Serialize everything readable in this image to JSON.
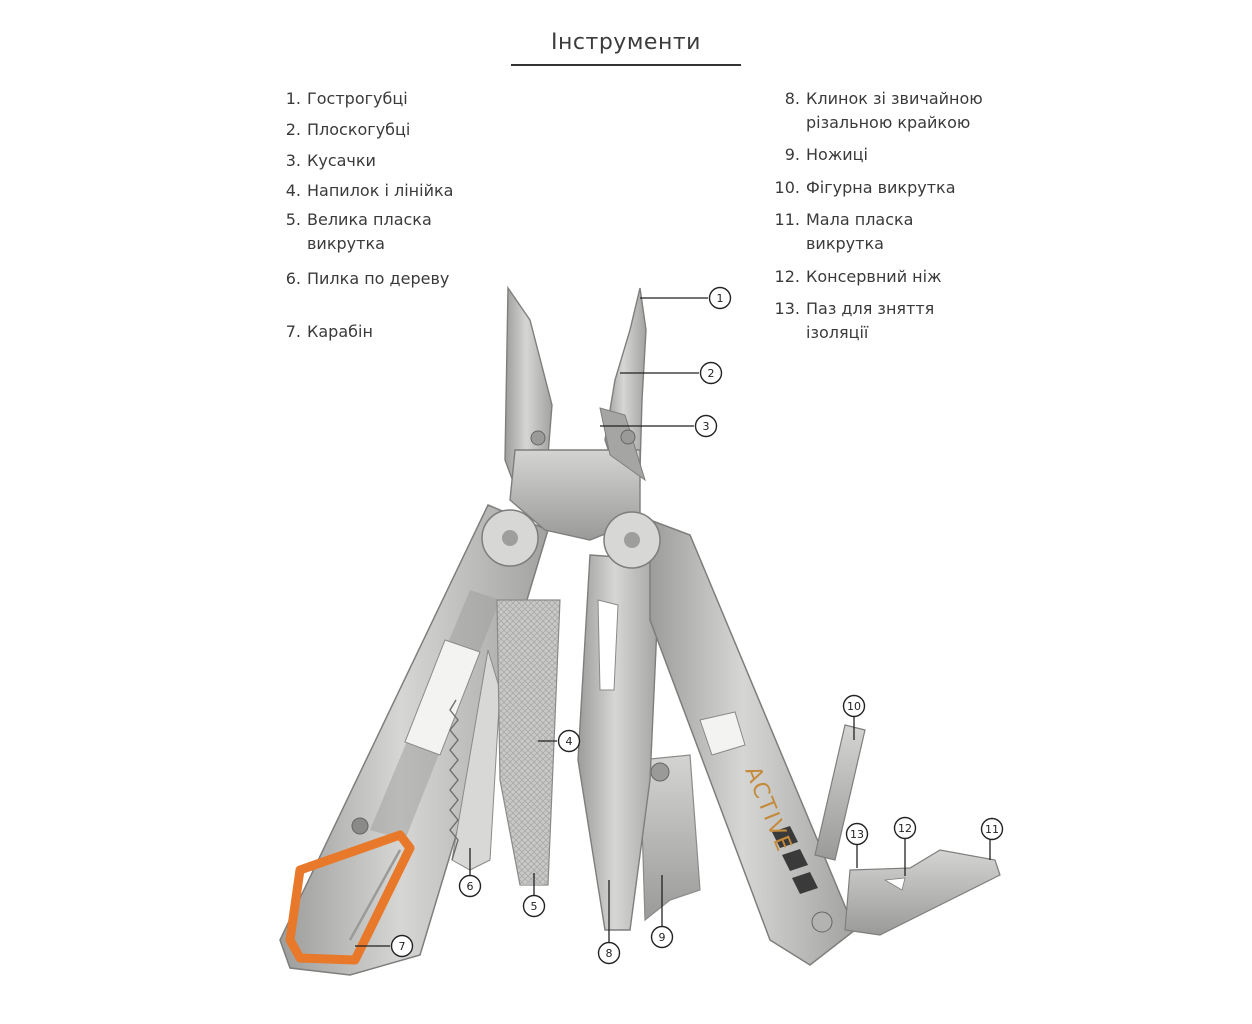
{
  "title": "Інструменти",
  "left_list": [
    {
      "num": "1.",
      "line1": "Гострогубці",
      "line2": ""
    },
    {
      "num": "2.",
      "line1": "Плоскогубці",
      "line2": ""
    },
    {
      "num": "3.",
      "line1": "Кусачки",
      "line2": ""
    },
    {
      "num": "4.",
      "line1": "Напилок і лінійка",
      "line2": ""
    },
    {
      "num": "5.",
      "line1": "Велика пласка",
      "line2": "викрутка"
    },
    {
      "num": "6.",
      "line1": "Пилка по дереву",
      "line2": ""
    },
    {
      "num": "7.",
      "line1": "Карабін",
      "line2": ""
    }
  ],
  "right_list": [
    {
      "num": "8.",
      "line1": "Клинок зі звичайною",
      "line2": "різальною крайкою"
    },
    {
      "num": "9.",
      "line1": "Ножиці",
      "line2": ""
    },
    {
      "num": "10.",
      "line1": "Фігурна викрутка",
      "line2": ""
    },
    {
      "num": "11.",
      "line1": "Мала пласка",
      "line2": "викрутка"
    },
    {
      "num": "12.",
      "line1": "Консервний ніж",
      "line2": ""
    },
    {
      "num": "13.",
      "line1": "Паз для зняття",
      "line2": "ізоляції"
    }
  ],
  "callouts": [
    "1",
    "2",
    "3",
    "4",
    "5",
    "6",
    "7",
    "8",
    "9",
    "10",
    "11",
    "12",
    "13"
  ],
  "brand_mark": "ACTIVE",
  "colors": {
    "steel": "#b9b9b7",
    "steel_dark": "#8e8e8c",
    "steel_light": "#dcdcda",
    "accent": "#e8792a",
    "text": "#3a3a3a"
  }
}
